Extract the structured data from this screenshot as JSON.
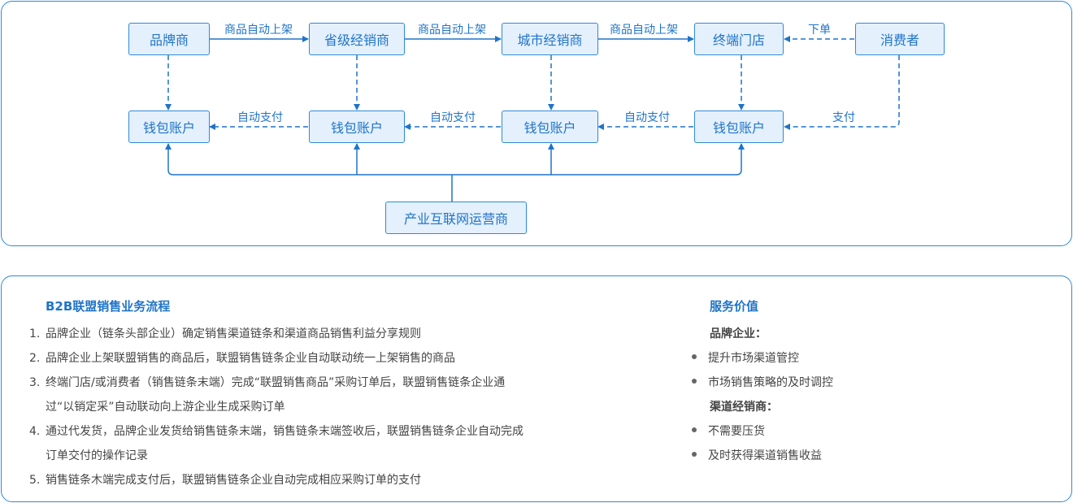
{
  "diagram": {
    "nodes": {
      "brand": "品牌商",
      "provincial": "省级经销商",
      "city": "城市经销商",
      "terminal": "终端门店",
      "consumer": "消费者",
      "wallet": "钱包账户",
      "operator": "产业互联网运营商"
    },
    "edges": {
      "auto_listing": "商品自动上架",
      "order": "下单",
      "auto_pay": "自动支付",
      "pay": "支付"
    }
  },
  "process": {
    "title": "B2B联盟销售业务流程",
    "steps": [
      {
        "num": "1.",
        "lines": [
          "品牌企业（链条头部企业）确定销售渠道链条和渠道商品销售利益分享规则"
        ]
      },
      {
        "num": "2.",
        "lines": [
          "品牌企业上架联盟销售的商品后，联盟销售链条企业自动联动统一上架销售的商品"
        ]
      },
      {
        "num": "3.",
        "lines": [
          "终端门店/或消费者（销售链条末端）完成“联盟销售商品”采购订单后，联盟销售链条企业通",
          "过“以销定采”自动联动向上游企业生成采购订单"
        ]
      },
      {
        "num": "4.",
        "lines": [
          "通过代发货，品牌企业发货给销售链条末端，销售链条末端签收后，联盟销售链条企业自动完成",
          "订单交付的操作记录"
        ]
      },
      {
        "num": "5.",
        "lines": [
          "销售链条木端完成支付后，联盟销售链条企业自动完成相应采购订单的支付"
        ]
      }
    ]
  },
  "value": {
    "title": "服务价值",
    "groups": [
      {
        "heading": "品牌企业：",
        "items": [
          "提升市场渠道管控",
          "市场销售策略的及时调控"
        ]
      },
      {
        "heading": "渠道经销商：",
        "items": [
          "不需要压货",
          "及时获得渠道销售收益"
        ]
      }
    ]
  },
  "colors": {
    "accent": "#1f74c9",
    "border": "#2f8ad8",
    "node_fill": "#e4f0fc"
  }
}
